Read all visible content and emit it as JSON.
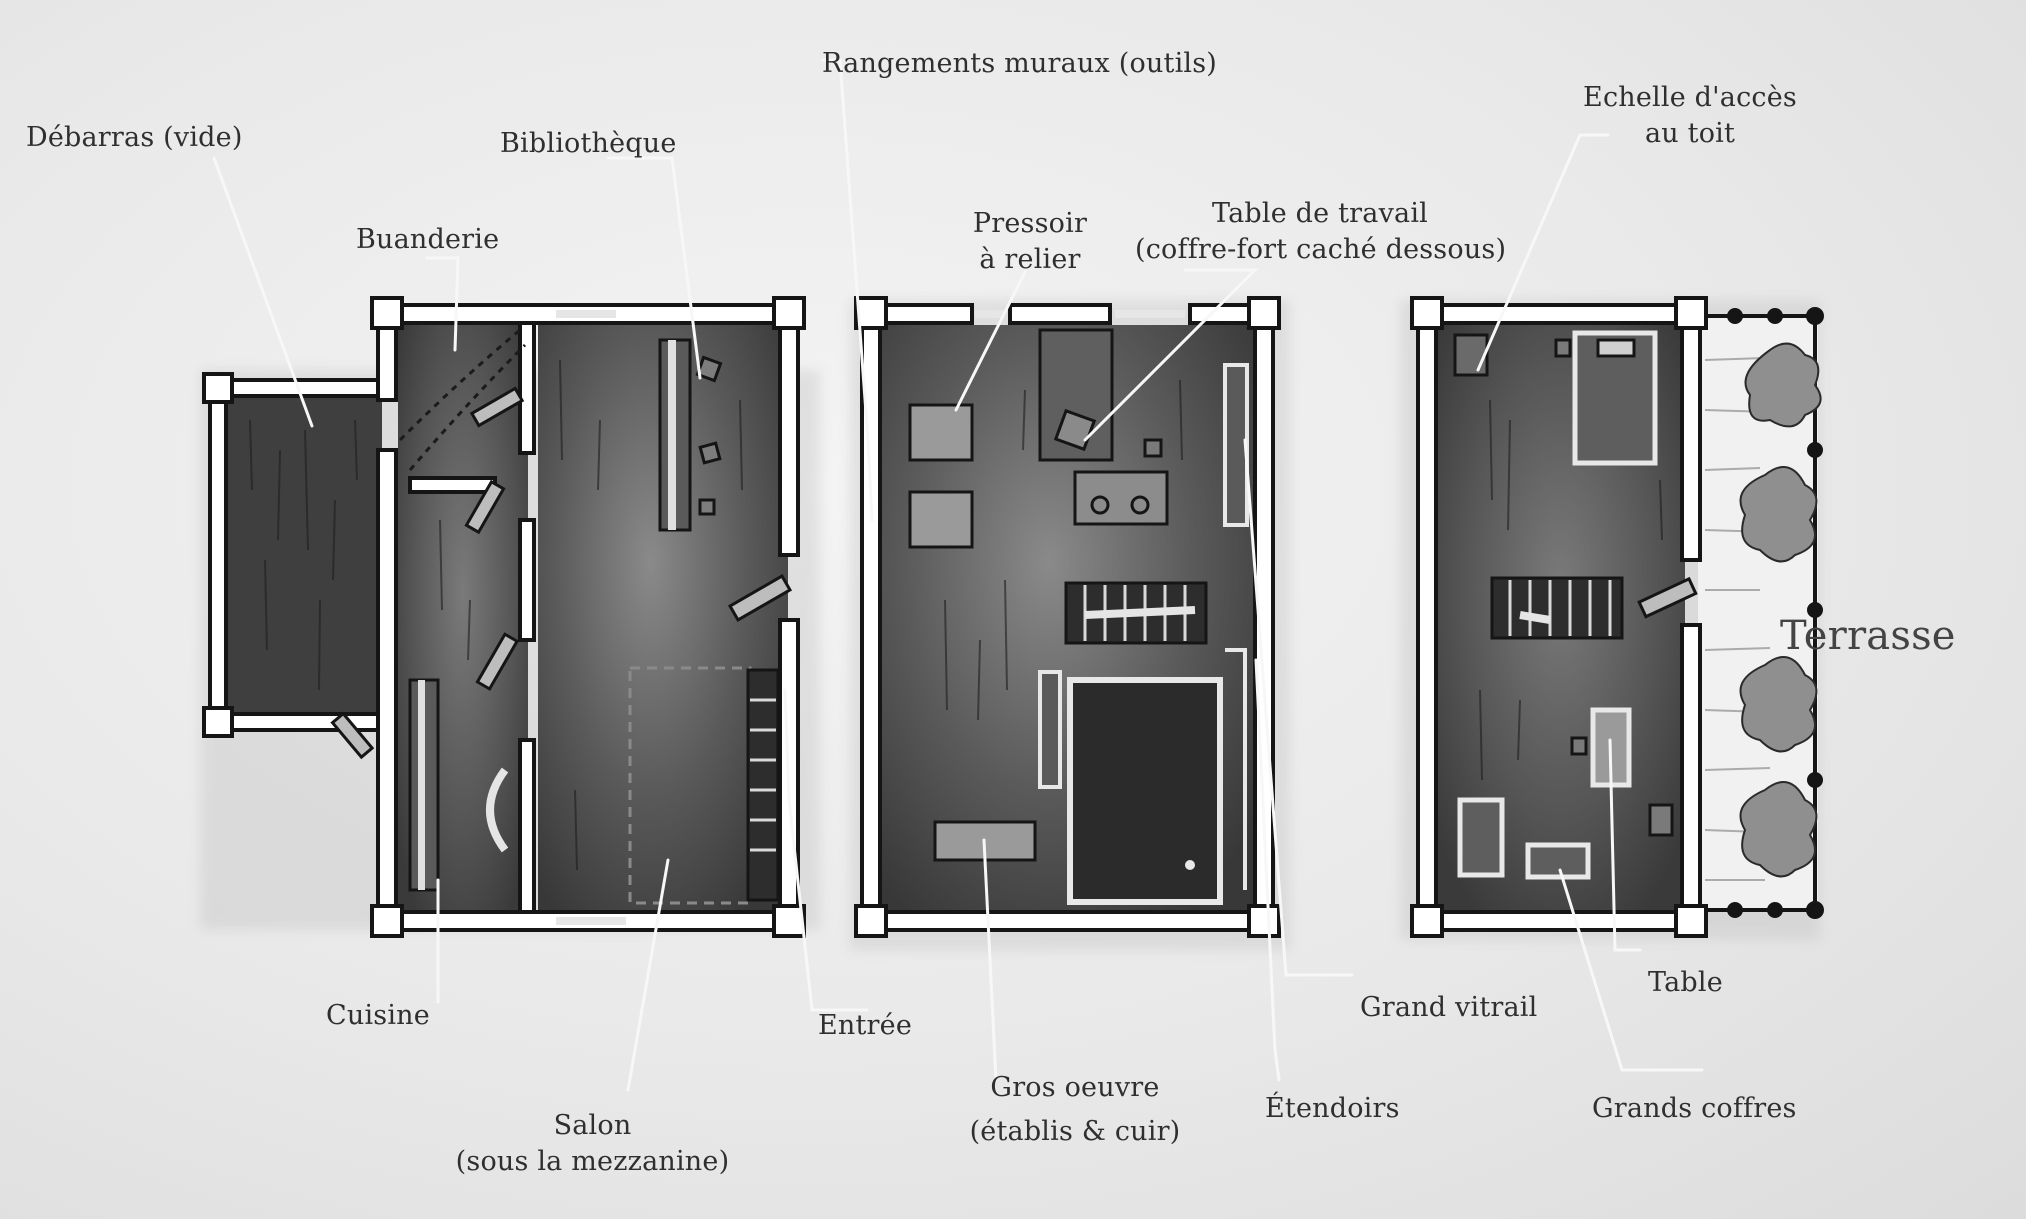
{
  "labels": {
    "debarras": "Débarras (vide)",
    "buanderie": "Buanderie",
    "bibliotheque": "Bibliothèque",
    "rangements": "Rangements muraux (outils)",
    "pressoir_1": "Pressoir",
    "pressoir_2": "à relier",
    "table_travail_1": "Table de travail",
    "table_travail_2": "(coffre-fort caché dessous)",
    "echelle_1": "Echelle d'accès",
    "echelle_2": "au toit",
    "terrasse": "Terrasse",
    "cuisine": "Cuisine",
    "salon_1": "Salon",
    "salon_2": "(sous la mezzanine)",
    "entree": "Entrée",
    "gros_oeuvre_1": "Gros oeuvre",
    "gros_oeuvre_2": "(établis & cuir)",
    "etendoirs": "Étendoirs",
    "grand_vitrail": "Grand vitrail",
    "table": "Table",
    "grands_coffres": "Grands coffres"
  },
  "colors": {
    "wall": "#ffffff",
    "wall_outline": "#151515",
    "floor": "#4a4a4a",
    "floor_light": "#6e6e6e",
    "leader_line": "#f7f7f7",
    "label_text": "#2f2f2f",
    "shrub": "#8f8f8f"
  }
}
